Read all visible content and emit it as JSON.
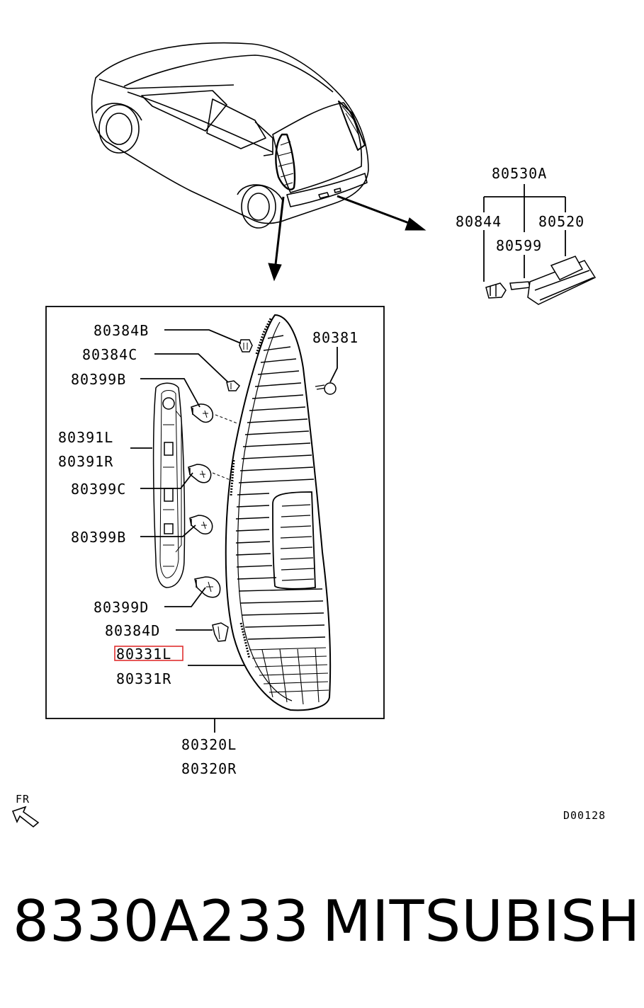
{
  "diagram": {
    "labels": {
      "p80530A": "80530A",
      "p80844": "80844",
      "p80520": "80520",
      "p80599": "80599",
      "p80384B": "80384B",
      "p80384C": "80384C",
      "p80381": "80381",
      "p80399B_top": "80399B",
      "p80391L": "80391L",
      "p80391R": "80391R",
      "p80399C": "80399C",
      "p80399B_mid": "80399B",
      "p80399D": "80399D",
      "p80384D": "80384D",
      "p80331L": "80331L",
      "p80331R": "80331R",
      "p80320L": "80320L",
      "p80320R": "80320R",
      "fr": "FR",
      "diagram_code": "D00128"
    },
    "highlight_color": "#e03030"
  },
  "footer": {
    "part_number": "8330A233",
    "brand": "MITSUBISHI"
  }
}
